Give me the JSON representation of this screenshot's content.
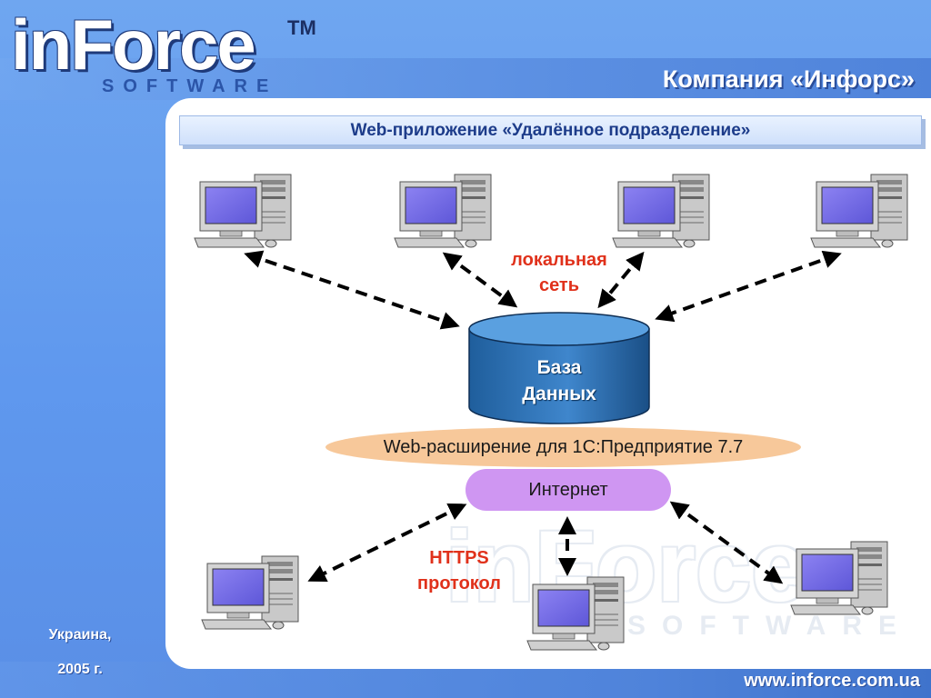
{
  "logo": {
    "main": "inForce",
    "sub": "SOFTWARE",
    "tm": "TM"
  },
  "header": {
    "company": "Компания «Инфорс»"
  },
  "slide": {
    "title": "Web-приложение «Удалённое подразделение»"
  },
  "diagram": {
    "lan_label_1": "локальная",
    "lan_label_2": "сеть",
    "db_label_1": "База",
    "db_label_2": "Данных",
    "web_extension": "Web-расширение для 1С:Предприятие 7.7",
    "internet": "Интернет",
    "https_label_1": "HTTPS",
    "https_label_2": "протокол",
    "computer_icon": "desktop-computer-icon",
    "database_icon": "database-cylinder-icon"
  },
  "footer": {
    "country": "Украина,",
    "year": "2005 г.",
    "website": "www.inforce.com.ua"
  },
  "colors": {
    "background": "#6fa6f0",
    "accent_red": "#e0311b",
    "database": "#2a6bb0",
    "web_extension": "#f7c89a",
    "internet": "#cf96f2",
    "title_text": "#1d3c8a"
  }
}
